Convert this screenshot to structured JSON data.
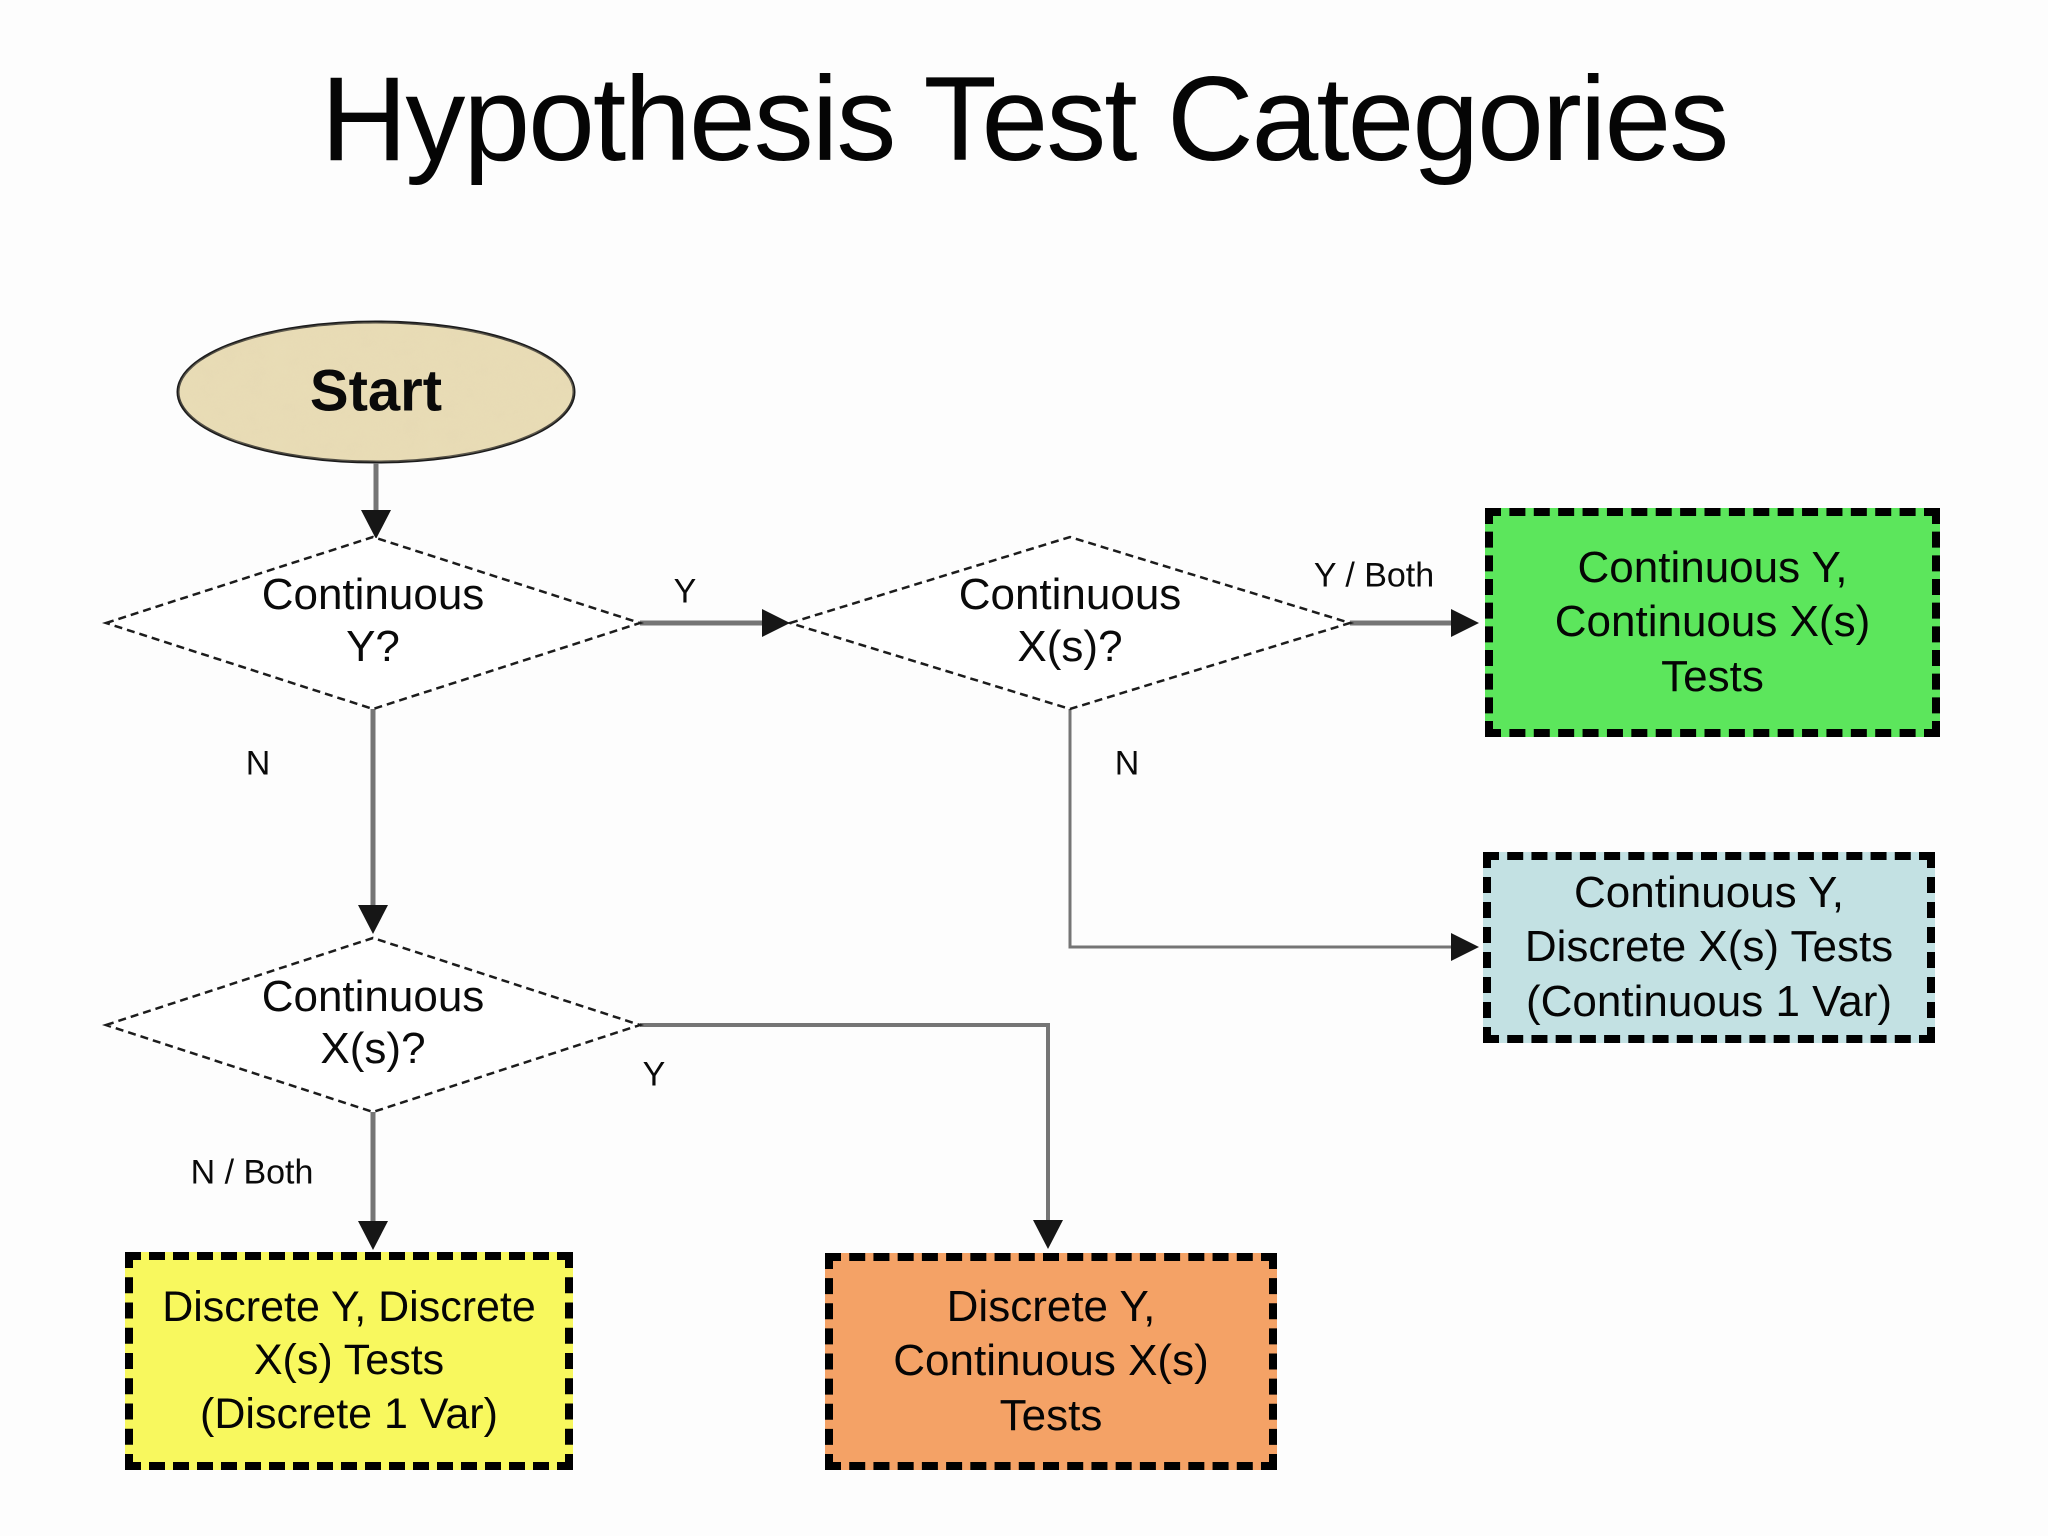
{
  "slide": {
    "title": "Hypothesis Test Categories"
  },
  "nodes": {
    "start": {
      "label": "Start",
      "fill": "#e9ddb6"
    },
    "decision_continuous_y": {
      "lines": [
        "Continuous",
        "Y?"
      ]
    },
    "decision_continuous_x_top": {
      "lines": [
        "Continuous",
        "X(s)?"
      ]
    },
    "decision_continuous_x_bottom": {
      "lines": [
        "Continuous",
        "X(s)?"
      ]
    },
    "result_continuous_y_continuous_x": {
      "lines": [
        "Continuous Y,",
        "Continuous X(s)",
        "Tests"
      ],
      "fill": "#5ce65c"
    },
    "result_continuous_y_discrete_x": {
      "lines": [
        "Continuous Y,",
        "Discrete X(s) Tests",
        "(Continuous 1 Var)"
      ],
      "fill": "#c3e1e3"
    },
    "result_discrete_y_discrete_x": {
      "lines": [
        "Discrete Y, Discrete",
        "X(s) Tests",
        "(Discrete 1 Var)"
      ],
      "fill": "#f8f85e"
    },
    "result_discrete_y_continuous_x": {
      "lines": [
        "Discrete Y,",
        "Continuous X(s)",
        "Tests"
      ],
      "fill": "#f4a266"
    }
  },
  "edge_labels": {
    "d1_yes": "Y",
    "d1_no": "N",
    "d2_yes": "Y / Both",
    "d2_no": "N",
    "d3_yes": "Y",
    "d3_no": "N / Both"
  },
  "colors": {
    "connector": "#757575",
    "arrowhead": "#161616",
    "diamond_stroke": "#1c1c1c",
    "ellipse_stroke": "#1b1b1b"
  }
}
